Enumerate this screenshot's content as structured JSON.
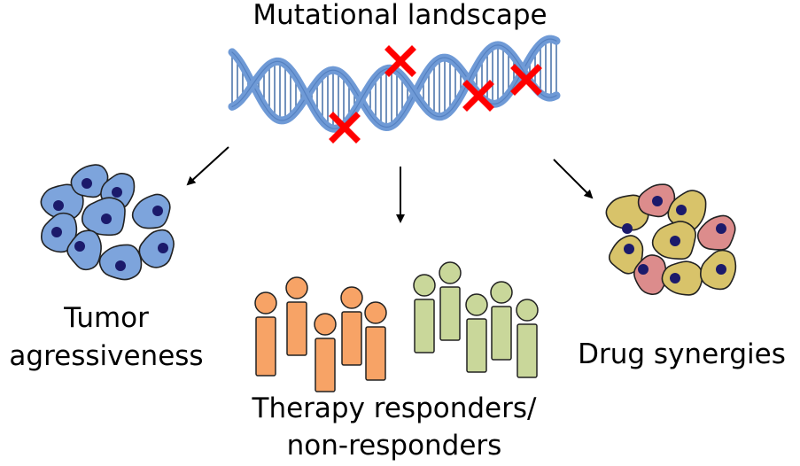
{
  "title": "Mutational landscape",
  "outcomes": {
    "tumor": [
      "Tumor",
      "agressiveness"
    ],
    "therapy": [
      "Therapy responders/",
      "non-responders"
    ],
    "drug": "Drug synergies"
  },
  "colors": {
    "dna": "#6f9ad6",
    "dna_rung": "#2f5f9e",
    "mutation": "#ff0000",
    "tumor_cell": "#7da4dc",
    "nucleus": "#1b1a6b",
    "responder": "#f7a366",
    "non_responder": "#c9d79a",
    "synergy_yellow": "#d8c36a",
    "synergy_pink": "#dc8c8c"
  },
  "icons": [
    "dna-helix-icon",
    "mutation-x-icon",
    "tumor-cell-cluster-icon",
    "person-icon",
    "mixed-cell-cluster-icon",
    "arrow-icon"
  ]
}
